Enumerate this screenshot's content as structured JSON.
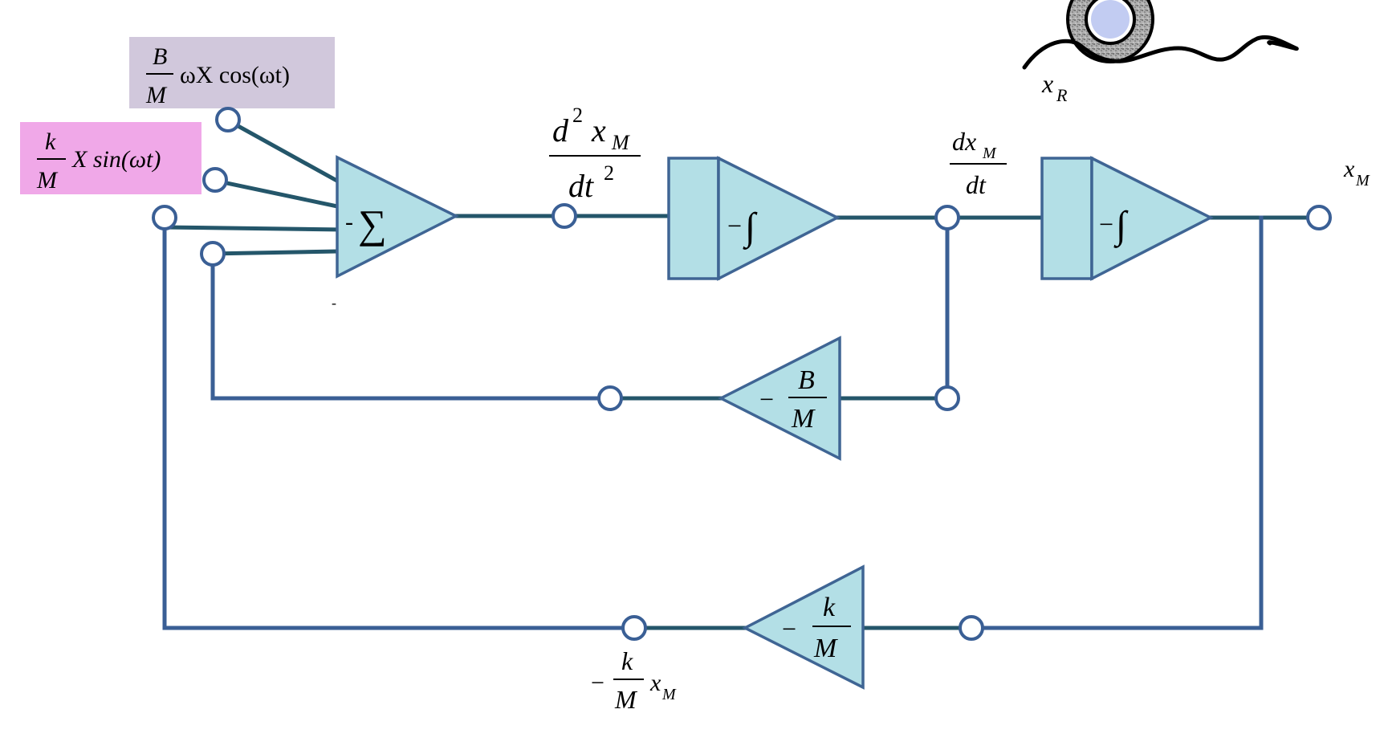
{
  "summer": {
    "sign": "-",
    "symbol": "∑",
    "bottom_mark": "-"
  },
  "integrator1": {
    "sign": "−",
    "symbol": "∫"
  },
  "integrator2": {
    "sign": "−",
    "symbol": "∫"
  },
  "input_forcing_damping": {
    "numerator": "B",
    "denominator": "M",
    "expression": "ωX cos(ωt)",
    "bg_color": "#d1c8dc"
  },
  "input_forcing_spring": {
    "numerator": "k",
    "denominator": "M",
    "expression": "X sin(ωt)",
    "bg_color": "#f0a8e8"
  },
  "signal_accel": {
    "num_d": "d",
    "num_exp": "2",
    "num_x": "x",
    "num_sub": "M",
    "den_dt": "dt",
    "den_exp": "2"
  },
  "signal_velocity": {
    "num_dx": "dx",
    "num_sub": "M",
    "den": "dt"
  },
  "signal_output": {
    "x": "x",
    "sub": "M"
  },
  "road_label": {
    "x": "x",
    "sub": "R"
  },
  "gain_damping": {
    "sign": "−",
    "numerator": "B",
    "denominator": "M"
  },
  "gain_spring": {
    "sign": "−",
    "numerator": "k",
    "denominator": "M"
  },
  "feedback_label": {
    "sign": "−",
    "numerator": "k",
    "denominator": "M",
    "x": "x",
    "sub": "M"
  },
  "colors": {
    "block_fill": "#b3dfe6",
    "block_stroke": "#3f6594",
    "wire": "#24566a",
    "wire_alt": "#3a5f95"
  }
}
